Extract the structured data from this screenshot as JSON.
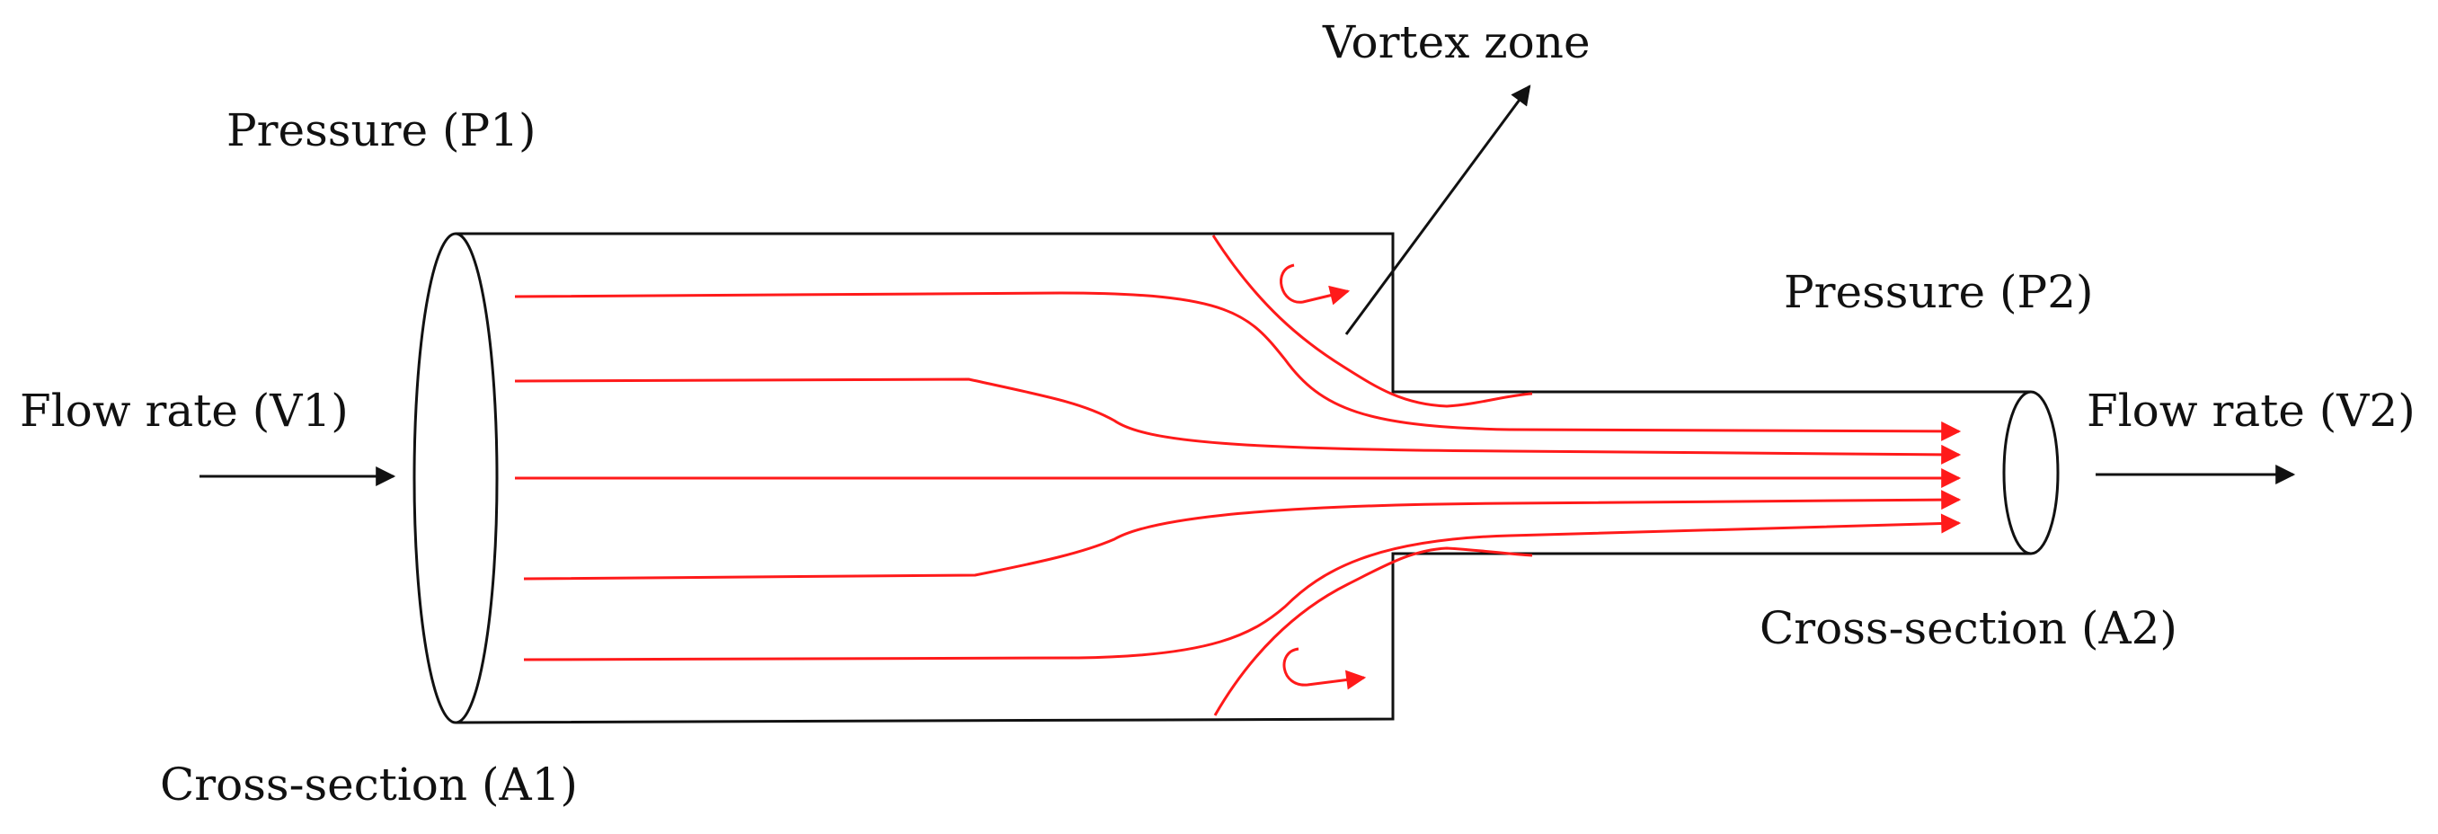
{
  "labels": {
    "vortex_zone": "Vortex zone",
    "pressure_p1": "Pressure (P1)",
    "pressure_p2": "Pressure (P2)",
    "flow_rate_v1": "Flow rate (V1)",
    "flow_rate_v2": "Flow rate (V2)",
    "cross_section_a1": "Cross-section (A1)",
    "cross_section_a2": "Cross-section (A2)"
  },
  "colors": {
    "outline": "#111111",
    "streamline": "#ff1a1a",
    "background": "#ffffff"
  }
}
